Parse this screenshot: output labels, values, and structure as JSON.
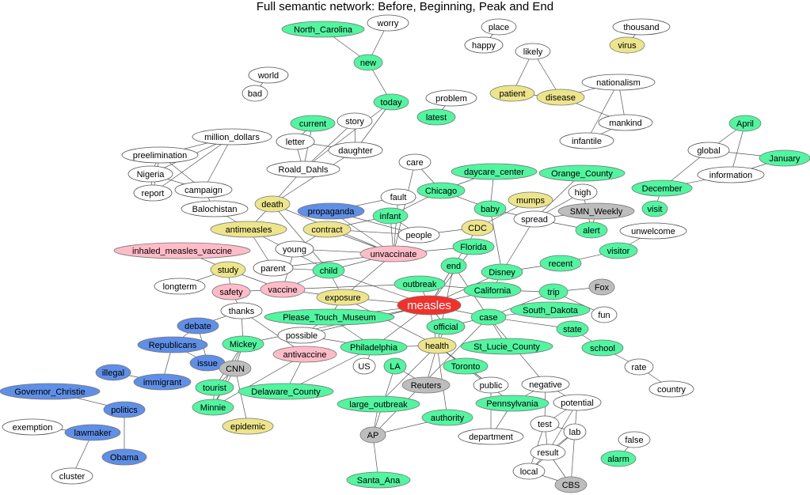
{
  "title": "Full semantic network: Before, Beginning, Peak and End",
  "colors": {
    "green": "#52f5a0",
    "yellow": "#ede58c",
    "blue": "#5f8fe6",
    "pink": "#ffbcc8",
    "gray": "#bdbdbd",
    "red": "#f2312b",
    "white": "#ffffff"
  },
  "nodes": [
    {
      "id": "North_Carolina",
      "c": "green"
    },
    {
      "id": "worry",
      "c": "white"
    },
    {
      "id": "new",
      "c": "green"
    },
    {
      "id": "today",
      "c": "green"
    },
    {
      "id": "place",
      "c": "white"
    },
    {
      "id": "happy",
      "c": "white"
    },
    {
      "id": "thousand",
      "c": "white"
    },
    {
      "id": "virus",
      "c": "yellow"
    },
    {
      "id": "likely",
      "c": "white"
    },
    {
      "id": "patient",
      "c": "yellow"
    },
    {
      "id": "disease",
      "c": "yellow"
    },
    {
      "id": "nationalism",
      "c": "white"
    },
    {
      "id": "mankind",
      "c": "white"
    },
    {
      "id": "infantile",
      "c": "white"
    },
    {
      "id": "world",
      "c": "white"
    },
    {
      "id": "bad",
      "c": "white"
    },
    {
      "id": "problem",
      "c": "white"
    },
    {
      "id": "latest",
      "c": "green"
    },
    {
      "id": "current",
      "c": "green"
    },
    {
      "id": "story",
      "c": "white"
    },
    {
      "id": "letter",
      "c": "white"
    },
    {
      "id": "daughter",
      "c": "white"
    },
    {
      "id": "Roald_Dahls",
      "c": "white"
    },
    {
      "id": "million_dollars",
      "c": "white"
    },
    {
      "id": "preelimination",
      "c": "white"
    },
    {
      "id": "Nigeria",
      "c": "white"
    },
    {
      "id": "report",
      "c": "white"
    },
    {
      "id": "campaign",
      "c": "white"
    },
    {
      "id": "Balochistan",
      "c": "white"
    },
    {
      "id": "death",
      "c": "yellow"
    },
    {
      "id": "antimeasles",
      "c": "yellow"
    },
    {
      "id": "propaganda",
      "c": "blue"
    },
    {
      "id": "contract",
      "c": "yellow"
    },
    {
      "id": "fault",
      "c": "white"
    },
    {
      "id": "care",
      "c": "white"
    },
    {
      "id": "Chicago",
      "c": "green"
    },
    {
      "id": "infant",
      "c": "green"
    },
    {
      "id": "people",
      "c": "white"
    },
    {
      "id": "daycare_center",
      "c": "green"
    },
    {
      "id": "Orange_County",
      "c": "green"
    },
    {
      "id": "baby",
      "c": "green"
    },
    {
      "id": "mumps",
      "c": "yellow"
    },
    {
      "id": "high",
      "c": "white"
    },
    {
      "id": "SMN_Weekly",
      "c": "gray"
    },
    {
      "id": "spread",
      "c": "white"
    },
    {
      "id": "CDC",
      "c": "yellow"
    },
    {
      "id": "alert",
      "c": "green"
    },
    {
      "id": "unwelcome",
      "c": "white"
    },
    {
      "id": "inhaled_measles_vaccine",
      "c": "pink"
    },
    {
      "id": "young",
      "c": "white"
    },
    {
      "id": "unvaccinate",
      "c": "pink"
    },
    {
      "id": "Florida",
      "c": "green"
    },
    {
      "id": "visitor",
      "c": "green"
    },
    {
      "id": "study",
      "c": "yellow"
    },
    {
      "id": "parent",
      "c": "white"
    },
    {
      "id": "child",
      "c": "green"
    },
    {
      "id": "end",
      "c": "green"
    },
    {
      "id": "Disney",
      "c": "green"
    },
    {
      "id": "recent",
      "c": "green"
    },
    {
      "id": "longterm",
      "c": "white"
    },
    {
      "id": "safety",
      "c": "pink"
    },
    {
      "id": "vaccine",
      "c": "pink"
    },
    {
      "id": "outbreak",
      "c": "green"
    },
    {
      "id": "exposure",
      "c": "yellow"
    },
    {
      "id": "measles",
      "c": "red"
    },
    {
      "id": "California",
      "c": "green"
    },
    {
      "id": "trip",
      "c": "green"
    },
    {
      "id": "Fox",
      "c": "gray"
    },
    {
      "id": "thanks",
      "c": "white"
    },
    {
      "id": "fun",
      "c": "white"
    },
    {
      "id": "South_Dakota",
      "c": "green"
    },
    {
      "id": "Please_Touch_Museum",
      "c": "green"
    },
    {
      "id": "case",
      "c": "green"
    },
    {
      "id": "debate",
      "c": "blue"
    },
    {
      "id": "official",
      "c": "green"
    },
    {
      "id": "state",
      "c": "green"
    },
    {
      "id": "possible",
      "c": "white"
    },
    {
      "id": "Republicans",
      "c": "blue"
    },
    {
      "id": "Mickey",
      "c": "green"
    },
    {
      "id": "Philadelphia",
      "c": "green"
    },
    {
      "id": "health",
      "c": "yellow"
    },
    {
      "id": "St_Lucie_County",
      "c": "green"
    },
    {
      "id": "school",
      "c": "green"
    },
    {
      "id": "issue",
      "c": "blue"
    },
    {
      "id": "antivaccine",
      "c": "pink"
    },
    {
      "id": "CNN",
      "c": "gray"
    },
    {
      "id": "US",
      "c": "white"
    },
    {
      "id": "LA",
      "c": "green"
    },
    {
      "id": "Toronto",
      "c": "green"
    },
    {
      "id": "rate",
      "c": "white"
    },
    {
      "id": "illegal",
      "c": "blue"
    },
    {
      "id": "immigrant",
      "c": "blue"
    },
    {
      "id": "Reuters",
      "c": "gray"
    },
    {
      "id": "public",
      "c": "white"
    },
    {
      "id": "negative",
      "c": "white"
    },
    {
      "id": "country",
      "c": "white"
    },
    {
      "id": "Governor_Christie",
      "c": "blue"
    },
    {
      "id": "tourist",
      "c": "green"
    },
    {
      "id": "Delaware_County",
      "c": "green"
    },
    {
      "id": "politics",
      "c": "blue"
    },
    {
      "id": "large_outbreak",
      "c": "green"
    },
    {
      "id": "Pennsylvania",
      "c": "green"
    },
    {
      "id": "potential",
      "c": "white"
    },
    {
      "id": "Minnie",
      "c": "green"
    },
    {
      "id": "authority",
      "c": "green"
    },
    {
      "id": "test",
      "c": "white"
    },
    {
      "id": "epidemic",
      "c": "yellow"
    },
    {
      "id": "exemption",
      "c": "white"
    },
    {
      "id": "lawmaker",
      "c": "blue"
    },
    {
      "id": "lab",
      "c": "white"
    },
    {
      "id": "department",
      "c": "white"
    },
    {
      "id": "AP",
      "c": "gray"
    },
    {
      "id": "false",
      "c": "white"
    },
    {
      "id": "result",
      "c": "white"
    },
    {
      "id": "alarm",
      "c": "green"
    },
    {
      "id": "Obama",
      "c": "blue"
    },
    {
      "id": "local",
      "c": "white"
    },
    {
      "id": "cluster",
      "c": "white"
    },
    {
      "id": "Santa_Ana",
      "c": "green"
    },
    {
      "id": "CBS",
      "c": "gray"
    },
    {
      "id": "April",
      "c": "green"
    },
    {
      "id": "global",
      "c": "white"
    },
    {
      "id": "January",
      "c": "green"
    },
    {
      "id": "information",
      "c": "white"
    },
    {
      "id": "December",
      "c": "green"
    },
    {
      "id": "visit",
      "c": "green"
    }
  ],
  "edges": [
    [
      "North_Carolina",
      "new"
    ],
    [
      "worry",
      "new"
    ],
    [
      "new",
      "today"
    ],
    [
      "today",
      "daughter"
    ],
    [
      "today",
      "Roald_Dahls"
    ],
    [
      "place",
      "happy"
    ],
    [
      "thousand",
      "virus"
    ],
    [
      "likely",
      "disease"
    ],
    [
      "likely",
      "patient"
    ],
    [
      "patient",
      "disease"
    ],
    [
      "disease",
      "nationalism"
    ],
    [
      "disease",
      "mankind"
    ],
    [
      "nationalism",
      "mankind"
    ],
    [
      "nationalism",
      "infantile"
    ],
    [
      "mankind",
      "infantile"
    ],
    [
      "world",
      "bad"
    ],
    [
      "problem",
      "latest"
    ],
    [
      "current",
      "letter"
    ],
    [
      "current",
      "Roald_Dahls"
    ],
    [
      "story",
      "daughter"
    ],
    [
      "story",
      "Roald_Dahls"
    ],
    [
      "letter",
      "Roald_Dahls"
    ],
    [
      "letter",
      "daughter"
    ],
    [
      "daughter",
      "death"
    ],
    [
      "Roald_Dahls",
      "death"
    ],
    [
      "million_dollars",
      "preelimination"
    ],
    [
      "million_dollars",
      "Nigeria"
    ],
    [
      "million_dollars",
      "report"
    ],
    [
      "million_dollars",
      "campaign"
    ],
    [
      "preelimination",
      "Nigeria"
    ],
    [
      "preelimination",
      "campaign"
    ],
    [
      "preelimination",
      "report"
    ],
    [
      "Nigeria",
      "report"
    ],
    [
      "Nigeria",
      "campaign"
    ],
    [
      "campaign",
      "Balochistan"
    ],
    [
      "Balochistan",
      "antimeasles"
    ],
    [
      "death",
      "antimeasles"
    ],
    [
      "death",
      "child"
    ],
    [
      "death",
      "unvaccinate"
    ],
    [
      "antimeasles",
      "parent"
    ],
    [
      "antimeasles",
      "child"
    ],
    [
      "propaganda",
      "fault"
    ],
    [
      "propaganda",
      "unvaccinate"
    ],
    [
      "propaganda",
      "people"
    ],
    [
      "contract",
      "infant"
    ],
    [
      "contract",
      "people"
    ],
    [
      "contract",
      "young"
    ],
    [
      "contract",
      "unvaccinate"
    ],
    [
      "infant",
      "Chicago"
    ],
    [
      "infant",
      "unvaccinate"
    ],
    [
      "infant",
      "people"
    ],
    [
      "fault",
      "unvaccinate"
    ],
    [
      "care",
      "Chicago"
    ],
    [
      "care",
      "unvaccinate"
    ],
    [
      "Chicago",
      "daycare_center"
    ],
    [
      "Chicago",
      "baby"
    ],
    [
      "daycare_center",
      "baby"
    ],
    [
      "baby",
      "Disney"
    ],
    [
      "people",
      "CDC"
    ],
    [
      "CDC",
      "mumps"
    ],
    [
      "CDC",
      "measles"
    ],
    [
      "Orange_County",
      "spread"
    ],
    [
      "spread",
      "high"
    ],
    [
      "spread",
      "SMN_Weekly"
    ],
    [
      "spread",
      "alert"
    ],
    [
      "spread",
      "baby"
    ],
    [
      "spread",
      "Disney"
    ],
    [
      "SMN_Weekly",
      "alert"
    ],
    [
      "high",
      "alert"
    ],
    [
      "unwelcome",
      "visitor"
    ],
    [
      "visitor",
      "recent"
    ],
    [
      "recent",
      "Disney"
    ],
    [
      "young",
      "vaccine"
    ],
    [
      "young",
      "unvaccinate"
    ],
    [
      "inhaled_measles_vaccine",
      "study"
    ],
    [
      "study",
      "longterm"
    ],
    [
      "study",
      "safety"
    ],
    [
      "study",
      "vaccine"
    ],
    [
      "safety",
      "vaccine"
    ],
    [
      "safety",
      "thanks"
    ],
    [
      "parent",
      "child"
    ],
    [
      "parent",
      "unvaccinate"
    ],
    [
      "child",
      "unvaccinate"
    ],
    [
      "child",
      "exposure"
    ],
    [
      "child",
      "measles"
    ],
    [
      "unvaccinate",
      "Florida"
    ],
    [
      "unvaccinate",
      "exposure"
    ],
    [
      "vaccine",
      "child"
    ],
    [
      "vaccine",
      "exposure"
    ],
    [
      "vaccine",
      "outbreak"
    ],
    [
      "end",
      "measles"
    ],
    [
      "end",
      "health"
    ],
    [
      "end",
      "case"
    ],
    [
      "Disney",
      "measles"
    ],
    [
      "Disney",
      "California"
    ],
    [
      "California",
      "measles"
    ],
    [
      "California",
      "trip"
    ],
    [
      "trip",
      "Fox"
    ],
    [
      "trip",
      "fun"
    ],
    [
      "trip",
      "case"
    ],
    [
      "case",
      "measles"
    ],
    [
      "case",
      "state"
    ],
    [
      "case",
      "South_Dakota"
    ],
    [
      "case",
      "St_Lucie_County"
    ],
    [
      "case",
      "negative"
    ],
    [
      "state",
      "school"
    ],
    [
      "school",
      "rate"
    ],
    [
      "rate",
      "country"
    ],
    [
      "outbreak",
      "measles"
    ],
    [
      "outbreak",
      "California"
    ],
    [
      "exposure",
      "measles"
    ],
    [
      "exposure",
      "health"
    ],
    [
      "exposure",
      "Please_Touch_Museum"
    ],
    [
      "measles",
      "official"
    ],
    [
      "measles",
      "health"
    ],
    [
      "measles",
      "Philadelphia"
    ],
    [
      "measles",
      "Florida"
    ],
    [
      "Please_Touch_Museum",
      "measles"
    ],
    [
      "Please_Touch_Museum",
      "Philadelphia"
    ],
    [
      "Please_Touch_Museum",
      "possible"
    ],
    [
      "thanks",
      "debate"
    ],
    [
      "thanks",
      "Mickey"
    ],
    [
      "thanks",
      "antivaccine"
    ],
    [
      "possible",
      "Philadelphia"
    ],
    [
      "possible",
      "measles"
    ],
    [
      "Mickey",
      "CNN"
    ],
    [
      "Mickey",
      "tourist"
    ],
    [
      "Mickey",
      "Minnie"
    ],
    [
      "Mickey",
      "measles"
    ],
    [
      "CNN",
      "tourist"
    ],
    [
      "CNN",
      "Minnie"
    ],
    [
      "CNN",
      "epidemic"
    ],
    [
      "tourist",
      "Minnie"
    ],
    [
      "antivaccine",
      "Delaware_County"
    ],
    [
      "antivaccine",
      "Minnie"
    ],
    [
      "Philadelphia",
      "Delaware_County"
    ],
    [
      "Philadelphia",
      "health"
    ],
    [
      "health",
      "official"
    ],
    [
      "health",
      "Reuters"
    ],
    [
      "health",
      "Toronto"
    ],
    [
      "health",
      "public"
    ],
    [
      "health",
      "Pennsylvania"
    ],
    [
      "health",
      "authority"
    ],
    [
      "health",
      "large_outbreak"
    ],
    [
      "official",
      "case"
    ],
    [
      "US",
      "Philadelphia"
    ],
    [
      "LA",
      "Reuters"
    ],
    [
      "LA",
      "AP"
    ],
    [
      "Toronto",
      "public"
    ],
    [
      "public",
      "department"
    ],
    [
      "Pennsylvania",
      "department"
    ],
    [
      "Pennsylvania",
      "negative"
    ],
    [
      "negative",
      "potential"
    ],
    [
      "negative",
      "test"
    ],
    [
      "potential",
      "test"
    ],
    [
      "potential",
      "lab"
    ],
    [
      "potential",
      "result"
    ],
    [
      "test",
      "lab"
    ],
    [
      "test",
      "result"
    ],
    [
      "test",
      "local"
    ],
    [
      "lab",
      "result"
    ],
    [
      "lab",
      "CBS"
    ],
    [
      "lab",
      "local"
    ],
    [
      "result",
      "local"
    ],
    [
      "result",
      "CBS"
    ],
    [
      "local",
      "CBS"
    ],
    [
      "large_outbreak",
      "AP"
    ],
    [
      "AP",
      "Santa_Ana"
    ],
    [
      "AP",
      "authority"
    ],
    [
      "AP",
      "case"
    ],
    [
      "false",
      "alarm"
    ],
    [
      "debate",
      "Republicans"
    ],
    [
      "debate",
      "issue"
    ],
    [
      "Republicans",
      "issue"
    ],
    [
      "Republicans",
      "immigrant"
    ],
    [
      "illegal",
      "immigrant"
    ],
    [
      "Governor_Christie",
      "politics"
    ],
    [
      "politics",
      "Obama"
    ],
    [
      "exemption",
      "lawmaker"
    ],
    [
      "lawmaker",
      "cluster"
    ],
    [
      "April",
      "global"
    ],
    [
      "April",
      "information"
    ],
    [
      "global",
      "January"
    ],
    [
      "global",
      "December"
    ],
    [
      "information",
      "January"
    ],
    [
      "information",
      "December"
    ],
    [
      "December",
      "visit"
    ]
  ]
}
